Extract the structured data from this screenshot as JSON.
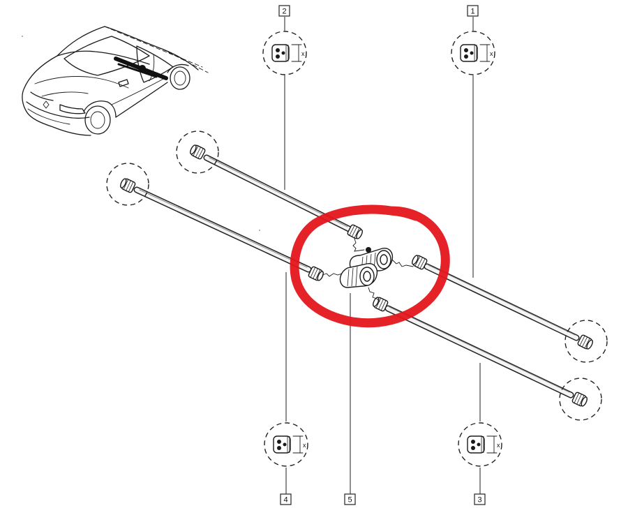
{
  "diagram": {
    "callouts": [
      {
        "id": "1",
        "label": "1"
      },
      {
        "id": "2",
        "label": "2"
      },
      {
        "id": "3",
        "label": "3"
      },
      {
        "id": "4",
        "label": "4"
      },
      {
        "id": "5",
        "label": "5"
      }
    ],
    "detail_dimension_label": "x",
    "highlight_color": "#e4161b",
    "line_color": "#1a1a1a"
  }
}
